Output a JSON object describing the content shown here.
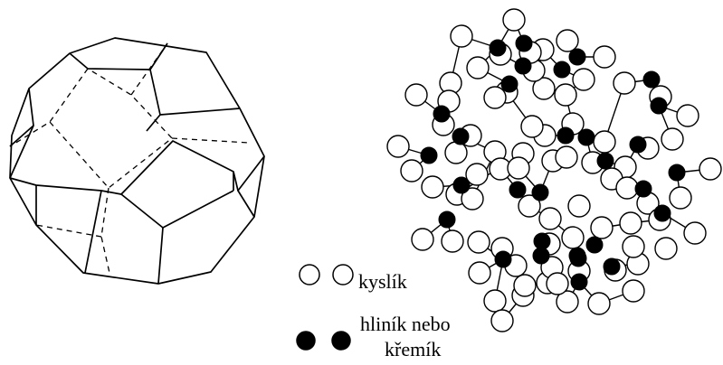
{
  "legend": {
    "oxygen_label": "kyslík",
    "metal_label_line1": "hliník nebo",
    "metal_label_line2": "křemík"
  },
  "colors": {
    "ink": "#000000",
    "paper": "#ffffff"
  },
  "panels": [
    "truncated-octahedron-polyhedron",
    "sodalite-cage-ball-and-stick-model"
  ]
}
